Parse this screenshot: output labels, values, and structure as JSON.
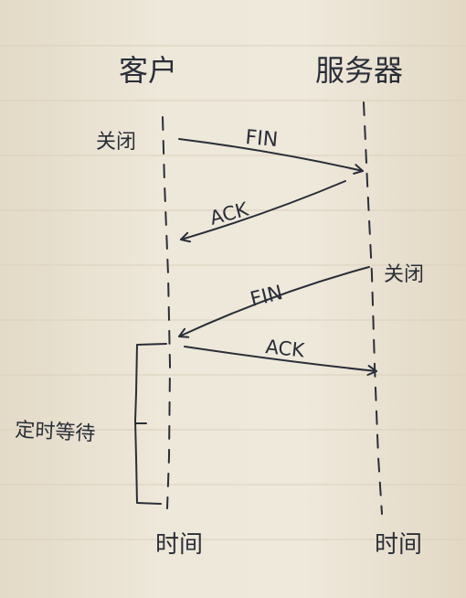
{
  "participants": {
    "client": "客户",
    "server": "服务器"
  },
  "time_label": "时间",
  "events": {
    "client_close": "关闭",
    "server_close": "关闭",
    "time_wait": "定时等待"
  },
  "messages": [
    {
      "label": "FIN"
    },
    {
      "label": "ACK"
    },
    {
      "label": "FIN"
    },
    {
      "label": "ACK"
    }
  ],
  "colors": {
    "ink": "#2a2e39",
    "paper": "#ece5d6",
    "rule_line": "#d7cdb8"
  }
}
